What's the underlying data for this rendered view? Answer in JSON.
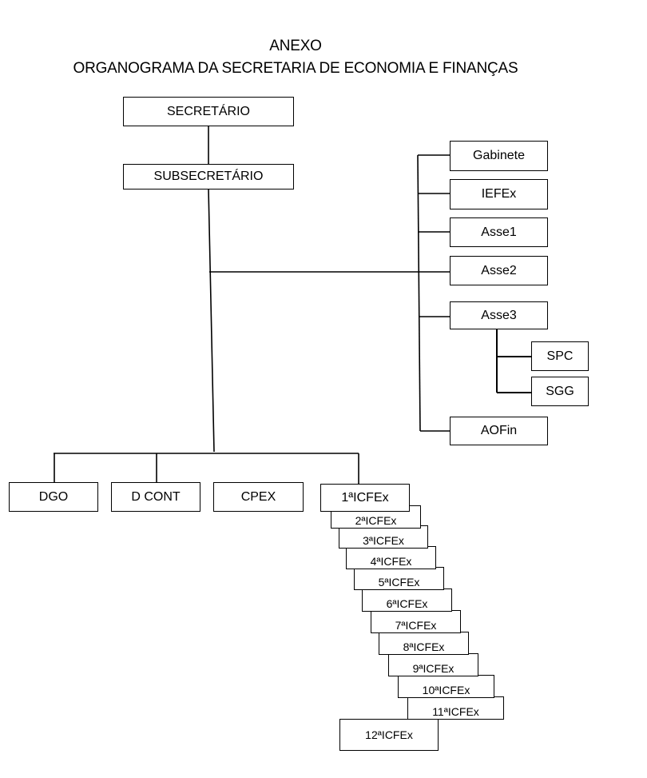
{
  "header": {
    "title": "ANEXO",
    "subtitle": "ORGANOGRAMA DA SECRETARIA DE ECONOMIA E FINANÇAS"
  },
  "chart": {
    "secretario": "SECRETÁRIO",
    "subsecretario": "SUBSECRETÁRIO",
    "advisory": [
      "Gabinete",
      "IEFEx",
      "Asse1",
      "Asse2",
      "Asse3",
      "AOFin"
    ],
    "asse3_children": [
      "SPC",
      "SGG"
    ],
    "directorates": [
      "DGO",
      "D CONT",
      "CPEX"
    ],
    "icfex": [
      "1ªICFEx",
      "2ªICFEx",
      "3ªICFEx",
      "4ªICFEx",
      "5ªICFEx",
      "6ªICFEx",
      "7ªICFEx",
      "8ªICFEx",
      "9ªICFEx",
      "10ªICFEx",
      "11ªICFEx",
      "12ªICFEx"
    ]
  }
}
